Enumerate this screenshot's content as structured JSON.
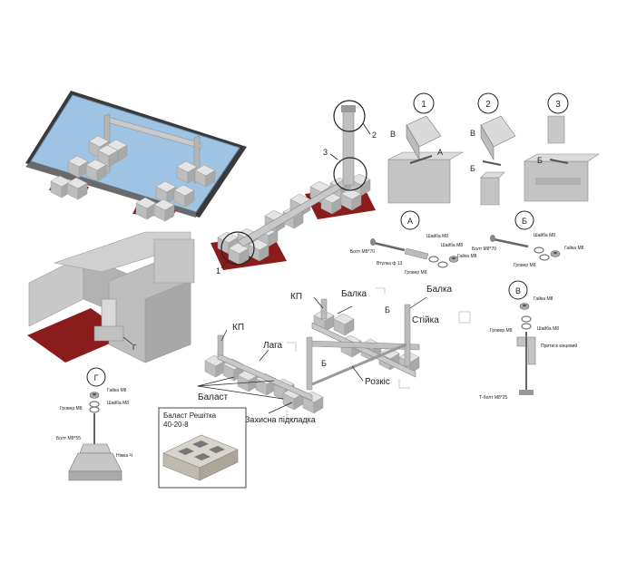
{
  "callouts": {
    "c1": "1",
    "c2": "2",
    "c3": "3",
    "cA": "А",
    "cB": "Б",
    "cV": "В",
    "cG": "Г"
  },
  "assembly_markers": {
    "m1": "1",
    "m2": "2",
    "m3": "3",
    "mG": "Г"
  },
  "detail_1": {
    "v": "В",
    "a": "А"
  },
  "detail_2": {
    "v": "В",
    "b": "Б"
  },
  "detail_3": {
    "b": "Б"
  },
  "detail_A": {
    "bolt": "Болт М8*70",
    "sleeve": "Втулка ф 13",
    "washer": "Шайба М8",
    "grover": "Гровер М8",
    "nut": "Гайка М8"
  },
  "detail_B": {
    "bolt": "Болт М8*70",
    "washer": "Шайба М8",
    "grover": "Гровер М8",
    "nut": "Гайка М8"
  },
  "detail_V": {
    "nut": "Гайка М8",
    "washer": "Шайба М8",
    "grover": "Гровер М8",
    "clamp": "Притиск кінцевий",
    "tbolt": "Т-болт М8*25"
  },
  "detail_G": {
    "nut": "Гайка М8",
    "washer": "Шайба М8",
    "grover": "Гровер М8",
    "bolt": "Болт М8*55",
    "foot": "Ніжка Ч"
  },
  "frame_labels": {
    "kp1": "КП",
    "beam1": "Балка",
    "beam2": "Балка",
    "post": "Стійка",
    "kp2": "КП",
    "laga": "Лага",
    "b1": "Б",
    "b2": "Б",
    "brace": "Розкіс",
    "ballast": "Баласт",
    "pad": "Захисна підкладка"
  },
  "ballast_box": {
    "title_line1": "Баласт Решітка",
    "title_line2": "40-20-8"
  },
  "colors": {
    "panel_glass": "#9fc3e3",
    "frame": "#c8c8c8",
    "block": "#d4d4d4",
    "pad": "#8a1c1c"
  }
}
